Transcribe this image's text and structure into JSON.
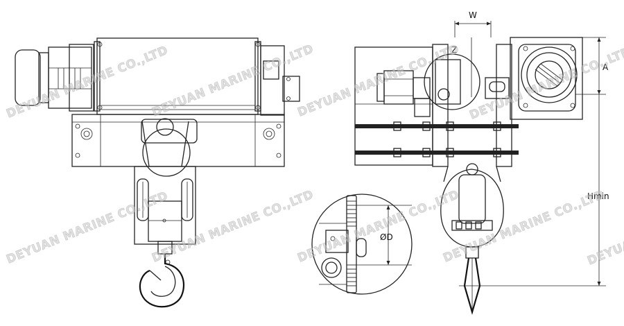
{
  "dimensions": {
    "width_label": "W",
    "height_label": "A",
    "hmin_label": "Hmin",
    "drum_diameter_label": "ØD",
    "small_label": "Z"
  },
  "watermark": {
    "text": "DEYUAN MARINE CO.,LTD"
  },
  "colors": {
    "line": "#222222",
    "watermark": "#c8c8c8",
    "background": "#ffffff"
  }
}
